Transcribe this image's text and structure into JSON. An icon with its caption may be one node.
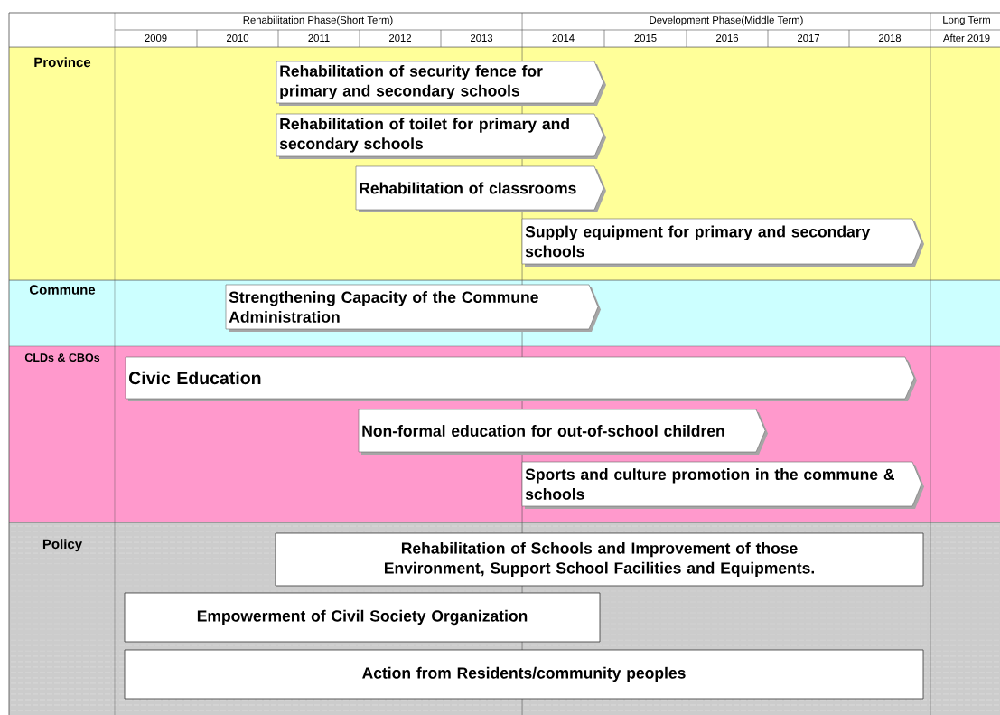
{
  "diagram": {
    "nodes": [
      {
        "text": [
          "Province"
        ]
      },
      {
        "text": [
          "Rehabilitation of security fence for primary and secondary schools"
        ],
        "in": 0
      },
      {
        "text": [
          "Rehabilitation of toilet for primary and secondary schools"
        ],
        "in": 0
      },
      {
        "text": [
          "Rehabilitation of classrooms"
        ],
        "in": 0
      },
      {
        "text": [
          "Supply equipment for primary and secondary schools"
        ],
        "in": 0
      },
      {
        "text": [
          "Commune"
        ]
      },
      {
        "text": [
          "Strengthening Capacity of the Commune Administration"
        ],
        "in": 5
      },
      {
        "text": [
          "CLDs & CBOs"
        ]
      },
      {
        "text": [
          "Civic Education"
        ],
        "in": 7
      },
      {
        "text": [
          "Non-formal education for out-of-school children"
        ],
        "in": 7
      },
      {
        "text": [
          "Sports and culture promotion in the commune & schools"
        ],
        "in": 7
      },
      {
        "text": [
          "Policy"
        ]
      },
      {
        "text": [
          "Rehabilitation of Schools and Improvement of those Environment, Support School Facilities and Equipments."
        ],
        "in": 11
      },
      {
        "text": [
          "Empowerment of Civil Society Organization"
        ],
        "in": 11
      },
      {
        "text": [
          "Action from Residents/community peoples"
        ],
        "in": 11
      }
    ],
    "labels": [
      "Rehabilitation Phase(Short Term)",
      "Development Phase(Middle Term)",
      "Long Term",
      "2009",
      "2010",
      "2011",
      "2012",
      "2013",
      "2014",
      "2015",
      "2016",
      "2017",
      "2018",
      "After 2019"
    ]
  }
}
